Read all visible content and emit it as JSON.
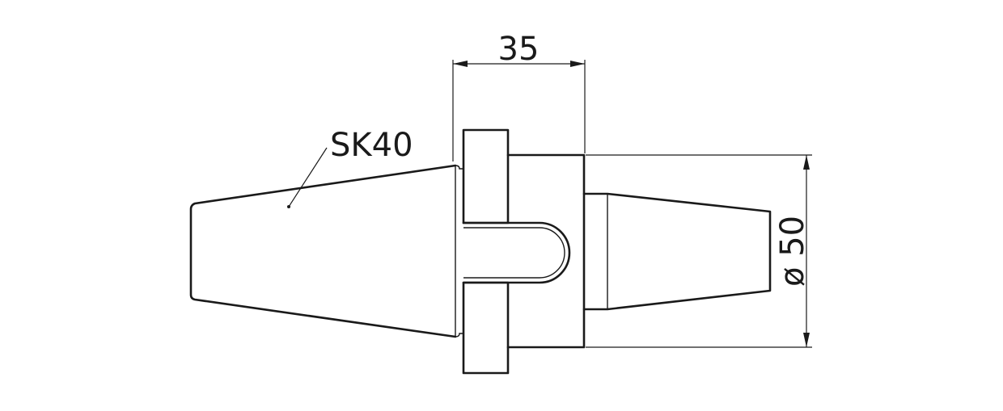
{
  "drawing": {
    "taper_label": "SK40",
    "length_dimension": "35",
    "diameter_dimension": "ø 50"
  }
}
